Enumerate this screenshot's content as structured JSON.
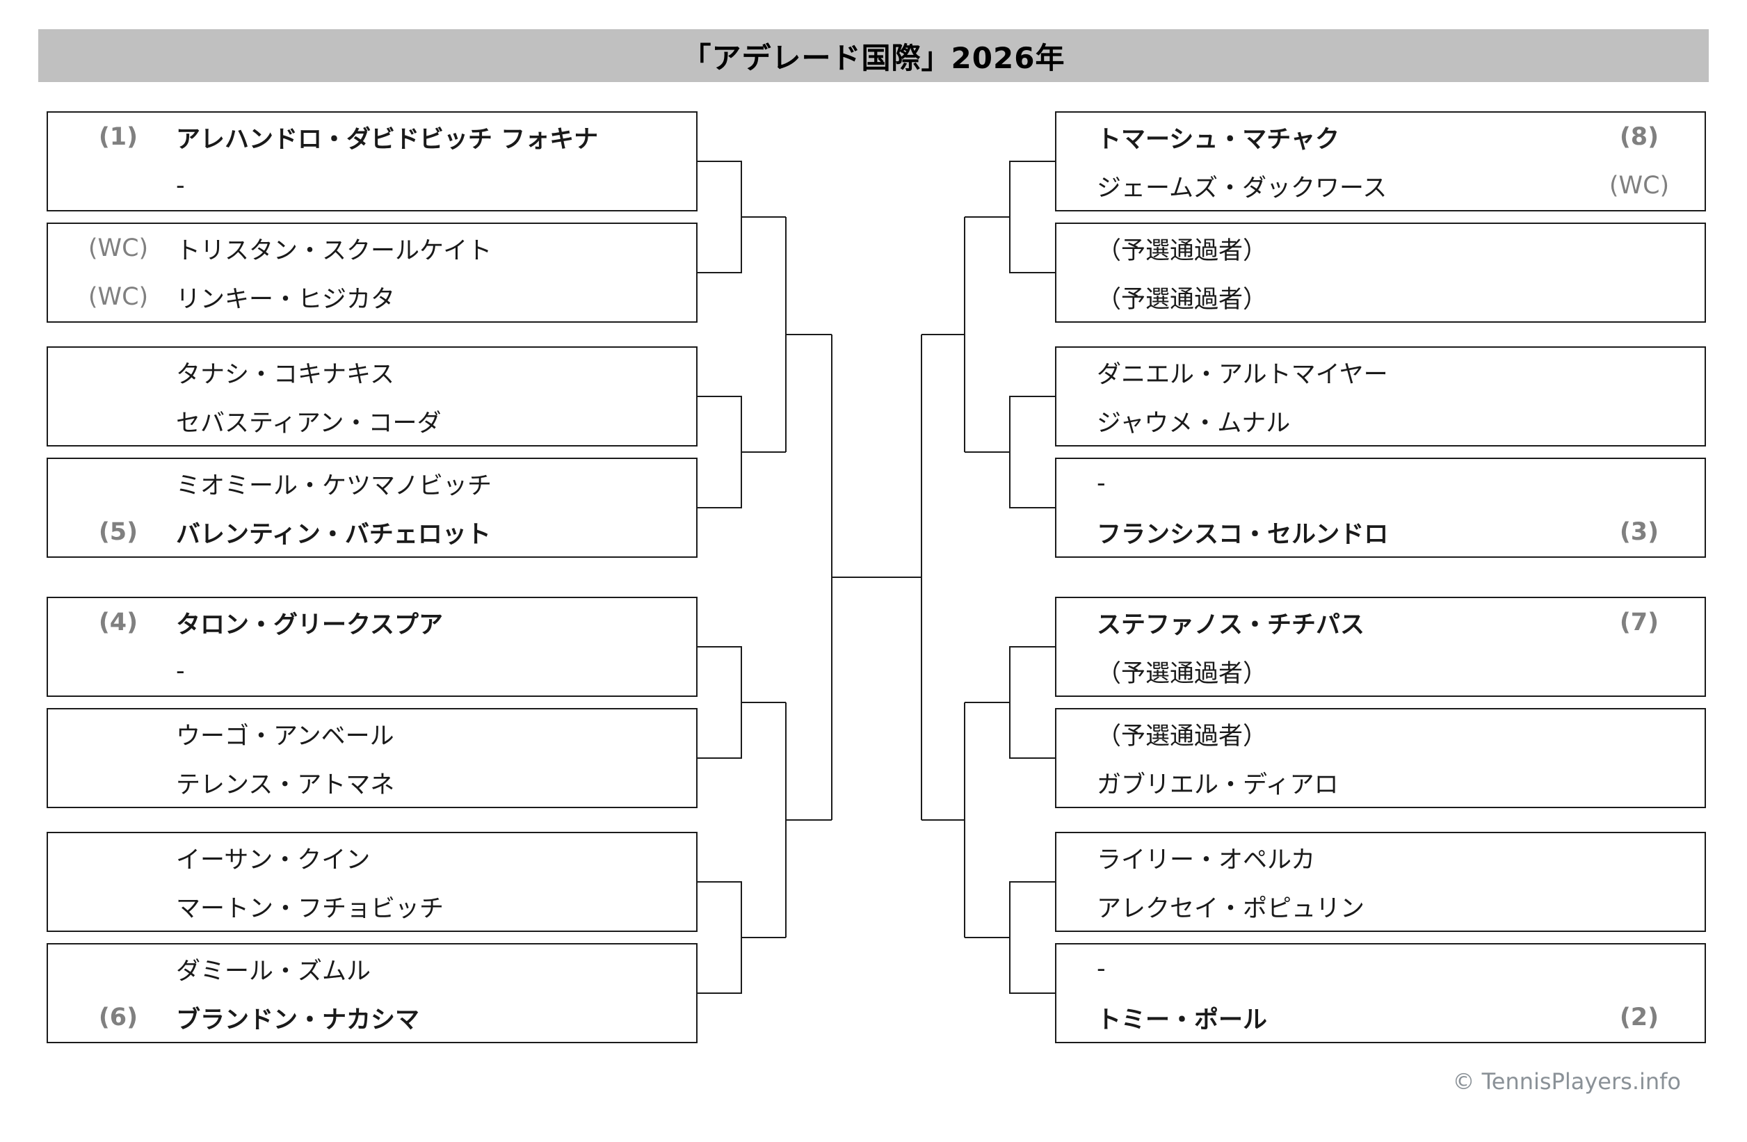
{
  "title": "「アデレード国際」2026年",
  "footer": "© TennisPlayers.info",
  "colors": {
    "title_bg": "#c0c0c0",
    "seed_gray": "#808080",
    "line": "#1b1b1b",
    "text": "#1a1a1a"
  },
  "bracket": {
    "left": [
      {
        "players": [
          {
            "seed": "(1)",
            "name": "アレハンドロ・ダビドビッチ フォキナ"
          },
          {
            "seed": "",
            "name": "-"
          }
        ]
      },
      {
        "players": [
          {
            "seed": "(WC)",
            "name": "トリスタン・スクールケイト"
          },
          {
            "seed": "(WC)",
            "name": "リンキー・ヒジカタ"
          }
        ]
      },
      {
        "players": [
          {
            "seed": "",
            "name": "タナシ・コキナキス"
          },
          {
            "seed": "",
            "name": "セバスティアン・コーダ"
          }
        ]
      },
      {
        "players": [
          {
            "seed": "",
            "name": "ミオミール・ケツマノビッチ"
          },
          {
            "seed": "(5)",
            "name": "バレンティン・バチェロット"
          }
        ]
      },
      {
        "players": [
          {
            "seed": "(4)",
            "name": "タロン・グリークスプア"
          },
          {
            "seed": "",
            "name": "-"
          }
        ]
      },
      {
        "players": [
          {
            "seed": "",
            "name": "ウーゴ・アンベール"
          },
          {
            "seed": "",
            "name": "テレンス・アトマネ"
          }
        ]
      },
      {
        "players": [
          {
            "seed": "",
            "name": "イーサン・クイン"
          },
          {
            "seed": "",
            "name": "マートン・フチョビッチ"
          }
        ]
      },
      {
        "players": [
          {
            "seed": "",
            "name": "ダミール・ズムル"
          },
          {
            "seed": "(6)",
            "name": "ブランドン・ナカシマ"
          }
        ]
      }
    ],
    "right": [
      {
        "players": [
          {
            "name": "トマーシュ・マチャク",
            "seed": "(8)"
          },
          {
            "name": "ジェームズ・ダックワース",
            "seed": "(WC)"
          }
        ]
      },
      {
        "players": [
          {
            "name": "（予選通過者）",
            "seed": ""
          },
          {
            "name": "（予選通過者）",
            "seed": ""
          }
        ]
      },
      {
        "players": [
          {
            "name": "ダニエル・アルトマイヤー",
            "seed": ""
          },
          {
            "name": "ジャウメ・ムナル",
            "seed": ""
          }
        ]
      },
      {
        "players": [
          {
            "name": "-",
            "seed": ""
          },
          {
            "name": "フランシスコ・セルンドロ",
            "seed": "(3)"
          }
        ]
      },
      {
        "players": [
          {
            "name": "ステファノス・チチパス",
            "seed": "(7)"
          },
          {
            "name": "（予選通過者）",
            "seed": ""
          }
        ]
      },
      {
        "players": [
          {
            "name": "（予選通過者）",
            "seed": ""
          },
          {
            "name": "ガブリエル・ディアロ",
            "seed": ""
          }
        ]
      },
      {
        "players": [
          {
            "name": "ライリー・オペルカ",
            "seed": ""
          },
          {
            "name": "アレクセイ・ポピュリン",
            "seed": ""
          }
        ]
      },
      {
        "players": [
          {
            "name": "-",
            "seed": ""
          },
          {
            "name": "トミー・ポール",
            "seed": "(2)"
          }
        ]
      }
    ]
  }
}
